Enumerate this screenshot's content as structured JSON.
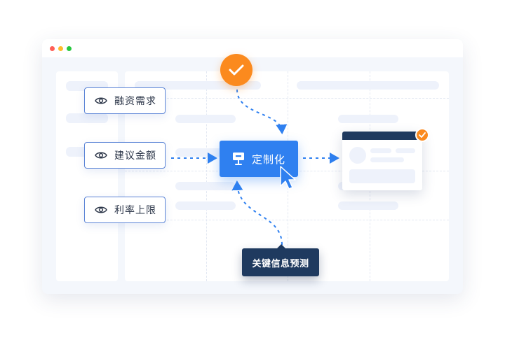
{
  "tags": [
    {
      "label": "融资需求",
      "icon": "eye-icon"
    },
    {
      "label": "建议金额",
      "icon": "eye-icon"
    },
    {
      "label": "利率上限",
      "icon": "eye-icon"
    }
  ],
  "primary_action": {
    "label": "定制化",
    "icon": "presentation-board-icon"
  },
  "tooltip": {
    "label": "关键信息预测"
  },
  "status_badge": {
    "icon": "check-icon"
  },
  "result_card": {
    "badge_icon": "check-icon"
  },
  "colors": {
    "primary": "#2f80f0",
    "accent_orange": "#fb8a1e",
    "dark_navy": "#1f3a5f",
    "tag_border": "#5b84d6"
  }
}
